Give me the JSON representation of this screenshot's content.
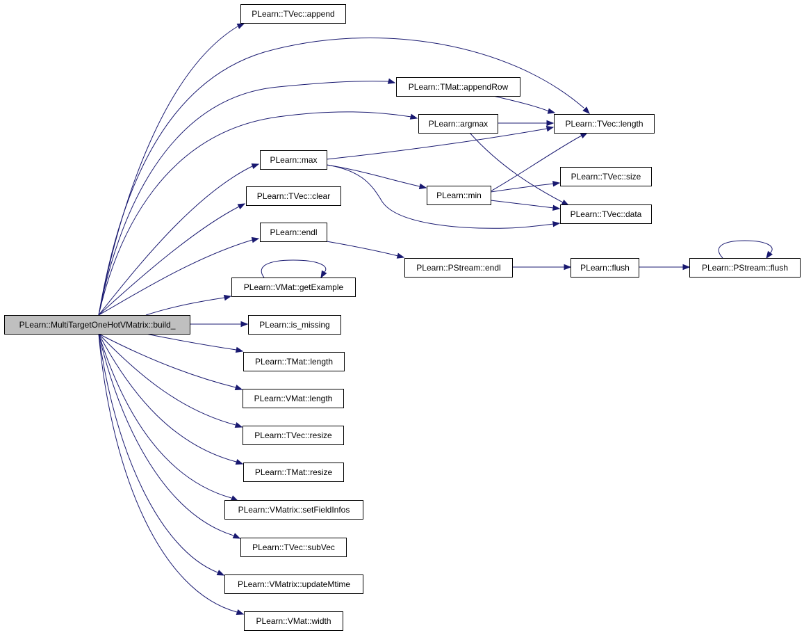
{
  "diagram": {
    "nodes": [
      {
        "id": "root",
        "label": "PLearn::MultiTargetOneHotVMatrix::build_"
      },
      {
        "id": "tvec_append",
        "label": "PLearn::TVec::append"
      },
      {
        "id": "tmat_appendrow",
        "label": "PLearn::TMat::appendRow"
      },
      {
        "id": "argmax",
        "label": "PLearn::argmax"
      },
      {
        "id": "tvec_length",
        "label": "PLearn::TVec::length"
      },
      {
        "id": "max",
        "label": "PLearn::max"
      },
      {
        "id": "min",
        "label": "PLearn::min"
      },
      {
        "id": "tvec_size",
        "label": "PLearn::TVec::size"
      },
      {
        "id": "tvec_data",
        "label": "PLearn::TVec::data"
      },
      {
        "id": "tvec_clear",
        "label": "PLearn::TVec::clear"
      },
      {
        "id": "endl",
        "label": "PLearn::endl"
      },
      {
        "id": "pstream_endl",
        "label": "PLearn::PStream::endl"
      },
      {
        "id": "flush",
        "label": "PLearn::flush"
      },
      {
        "id": "pstream_flush",
        "label": "PLearn::PStream::flush"
      },
      {
        "id": "vmat_getexample",
        "label": "PLearn::VMat::getExample"
      },
      {
        "id": "is_missing",
        "label": "PLearn::is_missing"
      },
      {
        "id": "tmat_length",
        "label": "PLearn::TMat::length"
      },
      {
        "id": "vmat_length",
        "label": "PLearn::VMat::length"
      },
      {
        "id": "tvec_resize",
        "label": "PLearn::TVec::resize"
      },
      {
        "id": "tmat_resize",
        "label": "PLearn::TMat::resize"
      },
      {
        "id": "vmatrix_setfieldinfos",
        "label": "PLearn::VMatrix::setFieldInfos"
      },
      {
        "id": "tvec_subvec",
        "label": "PLearn::TVec::subVec"
      },
      {
        "id": "vmatrix_updatemtime",
        "label": "PLearn::VMatrix::updateMtime"
      },
      {
        "id": "vmat_width",
        "label": "PLearn::VMat::width"
      }
    ],
    "edges": [
      {
        "from": "root",
        "to": "tvec_append"
      },
      {
        "from": "root",
        "to": "tvec_length"
      },
      {
        "from": "root",
        "to": "tmat_appendrow"
      },
      {
        "from": "root",
        "to": "argmax"
      },
      {
        "from": "root",
        "to": "max"
      },
      {
        "from": "root",
        "to": "tvec_clear"
      },
      {
        "from": "root",
        "to": "endl"
      },
      {
        "from": "root",
        "to": "vmat_getexample"
      },
      {
        "from": "root",
        "to": "is_missing"
      },
      {
        "from": "root",
        "to": "tmat_length"
      },
      {
        "from": "root",
        "to": "vmat_length"
      },
      {
        "from": "root",
        "to": "tvec_resize"
      },
      {
        "from": "root",
        "to": "tmat_resize"
      },
      {
        "from": "root",
        "to": "vmatrix_setfieldinfos"
      },
      {
        "from": "root",
        "to": "tvec_subvec"
      },
      {
        "from": "root",
        "to": "vmatrix_updatemtime"
      },
      {
        "from": "root",
        "to": "vmat_width"
      },
      {
        "from": "tmat_appendrow",
        "to": "tvec_length"
      },
      {
        "from": "argmax",
        "to": "tvec_length"
      },
      {
        "from": "argmax",
        "to": "tvec_data"
      },
      {
        "from": "max",
        "to": "tvec_length"
      },
      {
        "from": "max",
        "to": "min"
      },
      {
        "from": "max",
        "to": "tvec_data"
      },
      {
        "from": "min",
        "to": "tvec_length"
      },
      {
        "from": "min",
        "to": "tvec_size"
      },
      {
        "from": "min",
        "to": "tvec_data"
      },
      {
        "from": "endl",
        "to": "pstream_endl"
      },
      {
        "from": "pstream_endl",
        "to": "flush"
      },
      {
        "from": "flush",
        "to": "pstream_flush"
      },
      {
        "from": "pstream_flush",
        "to": "pstream_flush"
      },
      {
        "from": "vmat_getexample",
        "to": "vmat_getexample"
      }
    ],
    "colors": {
      "edge": "#191970",
      "node_border": "#000000",
      "node_fill": "#ffffff",
      "root_fill": "#bfbfbf"
    }
  }
}
